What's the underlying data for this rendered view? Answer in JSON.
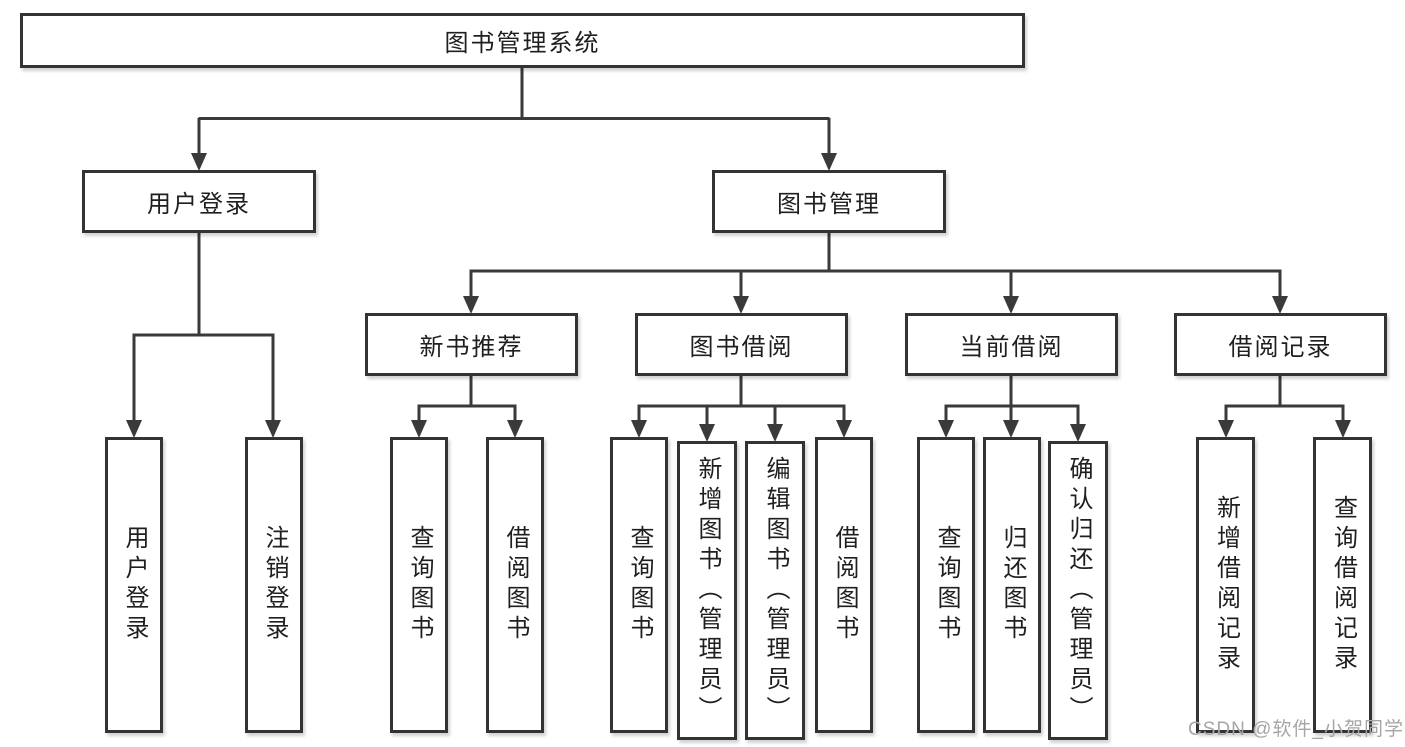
{
  "diagram_title": "图书管理系统",
  "colors": {
    "line": "#3a3a3a",
    "box_border": "#333333",
    "text": "#1f1f1f",
    "background": "#ffffff",
    "watermark": "#a6a6a6"
  },
  "nodes": {
    "root": {
      "label": "图书管理系统"
    },
    "user_login": {
      "label": "用户登录",
      "children": [
        {
          "label": "用户登录"
        },
        {
          "label": "注销登录"
        }
      ]
    },
    "book_mgmt": {
      "label": "图书管理",
      "children": [
        {
          "label": "新书推荐",
          "children": [
            {
              "label": "查询图书"
            },
            {
              "label": "借阅图书"
            }
          ]
        },
        {
          "label": "图书借阅",
          "children": [
            {
              "label": "查询图书"
            },
            {
              "label": "新增图书（管理员）"
            },
            {
              "label": "编辑图书（管理员）"
            },
            {
              "label": "借阅图书"
            }
          ]
        },
        {
          "label": "当前借阅",
          "children": [
            {
              "label": "查询图书"
            },
            {
              "label": "归还图书"
            },
            {
              "label": "确认归还（管理员）"
            }
          ]
        },
        {
          "label": "借阅记录",
          "children": [
            {
              "label": "新增借阅记录"
            },
            {
              "label": "查询借阅记录"
            }
          ]
        }
      ]
    }
  },
  "watermark": {
    "text": "CSDN @软件_小贺同学"
  }
}
